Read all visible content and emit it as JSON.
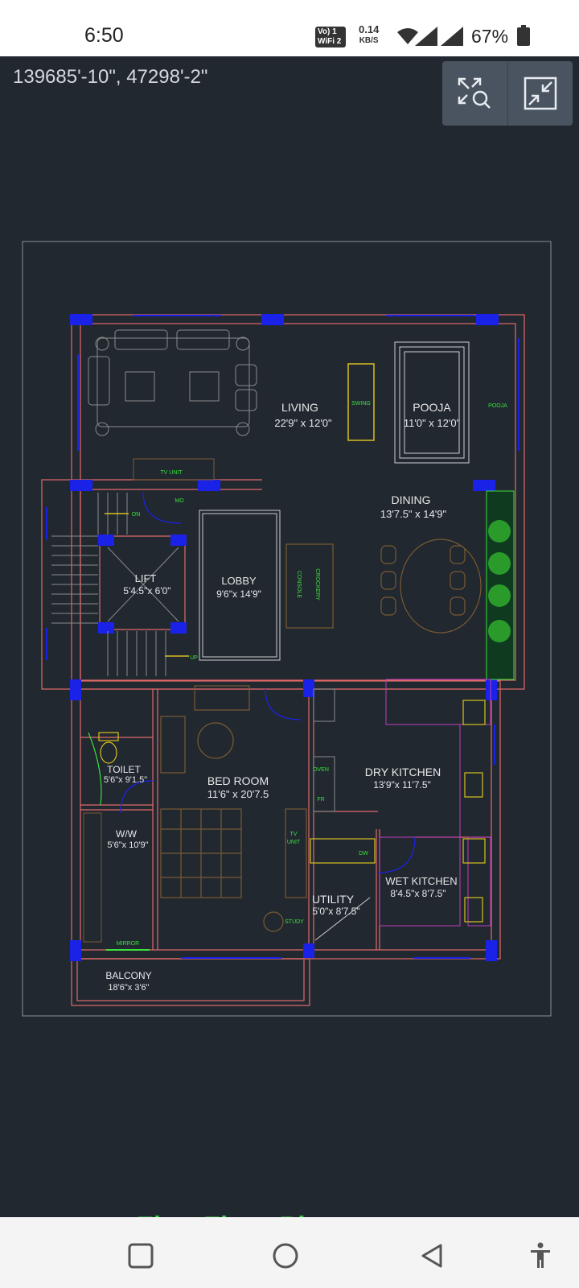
{
  "status_bar": {
    "time": "6:50",
    "volte_line1": "Vo) 1",
    "volte_line2": "WiFi 2",
    "speed_value": "0.14",
    "speed_unit": "KB/S",
    "battery": "67%"
  },
  "viewer": {
    "coordinates": "139685'-10\", 47298'-2\"",
    "tools": [
      "zoom-extents-icon",
      "exit-fullscreen-icon"
    ]
  },
  "floor_plan": {
    "rooms": [
      {
        "name": "LIVING",
        "size": "22'9\" x 12'0\""
      },
      {
        "name": "POOJA",
        "size": "11'0\" x 12'0\""
      },
      {
        "name": "DINING",
        "size": "13'7.5\" x 14'9\""
      },
      {
        "name": "LIFT",
        "size": "5'4.5\"x 6'0\""
      },
      {
        "name": "LOBBY",
        "size": "9'6\"x 14'9\""
      },
      {
        "name": "TOILET",
        "size": "5'6\"x 9'1.5\""
      },
      {
        "name": "BED ROOM",
        "size": "11'6\" x 20'7.5"
      },
      {
        "name": "DRY KITCHEN",
        "size": "13'9\"x 11'7.5\""
      },
      {
        "name": "W/W",
        "size": "5'6\"x 10'9\""
      },
      {
        "name": "WET KITCHEN",
        "size": "8'4.5\"x 8'7.5\""
      },
      {
        "name": "UTILITY",
        "size": "5'0\"x 8'7.5\""
      },
      {
        "name": "BALCONY",
        "size": "18'6\"x 3'6\""
      }
    ],
    "labels": {
      "swing": "SWING",
      "pooja_small": "POOJA",
      "tv_unit": "TV UNIT",
      "mo": "MO",
      "on": "ON",
      "up": "UP",
      "console": "CONSOLE",
      "crockery": "CROCKERY",
      "oven": "OVEN",
      "fr": "FR",
      "tv_unit_bed": "TV",
      "tv_unit_bed2": "UNIT",
      "study": "STUDY",
      "mirror": "MIRROR",
      "dw": "DW"
    }
  },
  "page_caption": "First Floor Plan",
  "nav_bar": {
    "buttons": [
      "recent-apps-icon",
      "home-icon",
      "back-icon",
      "accessibility-icon"
    ]
  },
  "colors": {
    "canvas": "#212830",
    "wall": "#e06a6a",
    "window": "#1b22e8",
    "furniture": "#7a5a32",
    "label_green": "#3ce03c",
    "counter": "#c03cc0",
    "appliance": "#d8c020"
  }
}
